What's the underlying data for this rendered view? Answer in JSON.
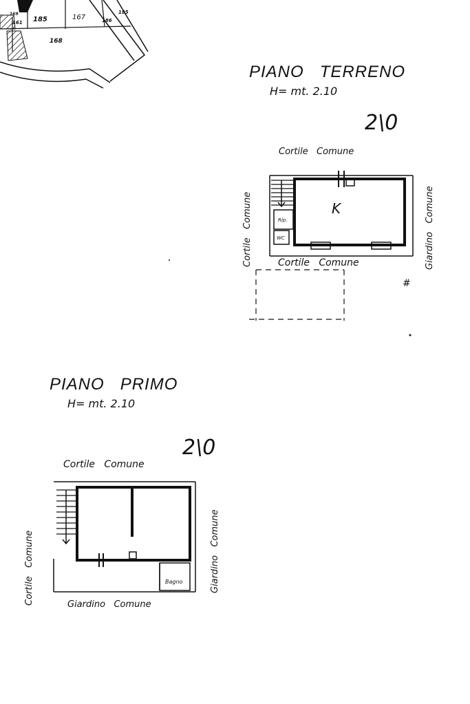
{
  "cadastral_map": {
    "parcels": [
      "185",
      "167",
      "168",
      "161",
      "186",
      "185",
      "169"
    ]
  },
  "ground_floor": {
    "title": "PIANO   TERRENO",
    "height": "H= mt. 2.10",
    "number": "2\\0",
    "labels": {
      "top": "Cortile   Comune",
      "left": "Cortile   Comune",
      "right": "Giardino   Comune",
      "bottom": "Cortile   Comune"
    },
    "room_k": "K",
    "rip": "Rip.",
    "wc": "WC",
    "hash": "#"
  },
  "first_floor": {
    "title": "PIANO   PRIMO",
    "height": "H= mt. 2.10",
    "number": "2\\0",
    "labels": {
      "top": "Cortile   Comune",
      "left": "Cortile   Comune",
      "right": "Giardino   Comune",
      "bottom": "Giardino   Comune"
    },
    "bagno": "Bagno"
  }
}
